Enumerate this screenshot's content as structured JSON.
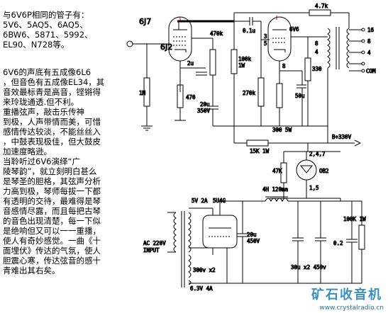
{
  "text": {
    "intro": "与6V6P相同的管子有：\n5V6、5AQ5、6AQ5、\n6BW6、5871、5992、\nEL90、N728等。",
    "article": "    6V6的声底有五成像6L6\n，但音色有五成像EL34，其\n音效最标青是高音，铿锵得\n来玲珑通透.但不利。\n    重播弦声，敲击乐传神\n到极，人声带情而美，可惜\n感情传达较淡，不能丝丝入\n，中鼓表现极佳，但大鼓皮\n加速度略逊。\n    当聆听过6V6演绎“广\n陵琴韵”，就立刻明白甚么\n是琴圣的胆格，其弦声分析\n力高到极，琴师每拔一下都\n有透明的交待，最难得是琴\n音感情尽露，而且每把古琴\n的音色出现清楚，每一下似\n是绝响但又可以一一重播，\n使人有奇妙感觉。一曲《十\n面埋伏》传达的气氛，使人\n胆震心寒，传达弦音的感十\n青难出其右矣。"
  },
  "schematic": {
    "tubes": {
      "v1": "6J7",
      "v1_alt": "6J2",
      "v2": "6V6",
      "rect": "5U4G",
      "reg": "OB2"
    },
    "labels": {
      "r_fb": "4.7k",
      "c_couple": "0.1u",
      "r_470k": "470k",
      "r_100k": "100k\n1W",
      "r_1m": "1M",
      "r_470": "470",
      "c_2u": "2u",
      "c_20u_350": "20u\n350V",
      "r_270k": "270k",
      "c_50u": "50u",
      "r_330": "330",
      "r_300": "300 5W",
      "r_15k": "15K 1W",
      "b_plus": "B+330V",
      "r_47k": "47K",
      "pins_247": "2,4,7",
      "pins_15": "1,5",
      "choke": "4H 120ma",
      "fil_5v": "5V 2A",
      "ac_in": "AC 220V\nINPUT",
      "hv": "300v x2",
      "fil_63": "6.3V 4A",
      "c_20u_450": "20u\n450V",
      "c_30u": "30u x2 450v",
      "c_02": "0.2",
      "r_100k_1w": "100K 1W",
      "tap_16": "16",
      "tap_8a": "8",
      "tap_4": "4",
      "tap_8b": "8",
      "tap_4b": "4",
      "tap_com": "COM",
      "pin_3": "3",
      "pin_5": "5",
      "pin_8": "8"
    }
  },
  "watermark": {
    "name": "矿石收音机",
    "url": "www.crystalradio.cn"
  },
  "colors": {
    "ink": "#000000",
    "paper": "#ffffff",
    "heater_mark": "#cc0000",
    "wm_name": "#3a8fbf",
    "wm_url": "#2f6f9a"
  }
}
